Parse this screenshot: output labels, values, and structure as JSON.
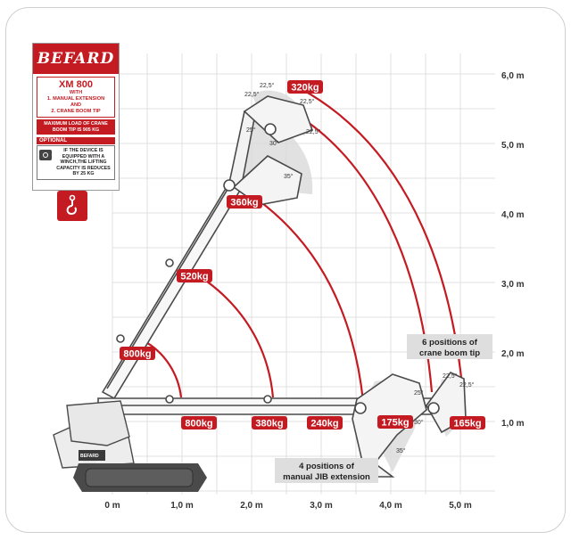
{
  "brand": {
    "name": "BEFARD"
  },
  "panel": {
    "model": "XM 800",
    "with_lines": [
      "WITH",
      "1. MANUAL EXTENSION",
      "AND",
      "2. CRANE BOOM TIP"
    ],
    "max_load_note": "MAXIMUM LOAD OF CRANE BOOM TIP IS 905 KG",
    "optional_label": "OPTIONAL",
    "winch_note": "IF THE DEVICE IS EQUIPPED WITH A WINCH,THE LIFTING CAPACITY IS REDUCES BY 25 KG"
  },
  "icons": {
    "winch": "winch-icon",
    "hook": "hook-icon"
  },
  "colors": {
    "accent": "#c41b22",
    "machine": "#4a4a4a",
    "grid": "#d9d9d9",
    "sector": "#d0d0d0"
  },
  "axes": {
    "x_ticks": [
      "0 m",
      "1,0 m",
      "2,0 m",
      "3,0 m",
      "4,0 m",
      "5,0 m"
    ],
    "y_ticks": [
      "1,0 m",
      "2,0 m",
      "3,0 m",
      "4,0 m",
      "5,0 m",
      "6,0 m"
    ]
  },
  "loads": [
    {
      "id": "top-tip",
      "text": "320kg"
    },
    {
      "id": "top-jib",
      "text": "360kg"
    },
    {
      "id": "mid-boom",
      "text": "520kg"
    },
    {
      "id": "low-boom",
      "text": "800kg"
    },
    {
      "id": "horiz-1",
      "text": "800kg"
    },
    {
      "id": "horiz-2",
      "text": "380kg"
    },
    {
      "id": "horiz-3",
      "text": "240kg"
    },
    {
      "id": "horiz-jib",
      "text": "175kg"
    },
    {
      "id": "horiz-tip",
      "text": "165kg"
    }
  ],
  "angles": {
    "top": [
      "22,5°",
      "22,5°",
      "22,5°",
      "22,5°",
      "25°",
      "30°",
      "35°"
    ],
    "bottom": [
      "22,5°",
      "22,5°",
      "25°",
      "30°",
      "35°"
    ]
  },
  "notes": {
    "crane_tip": [
      "6 positions of",
      "crane boom tip"
    ],
    "jib": [
      "4 positions of",
      "manual JIB extension"
    ]
  },
  "machine_labels": [
    "BEFARD",
    "XM 800"
  ]
}
